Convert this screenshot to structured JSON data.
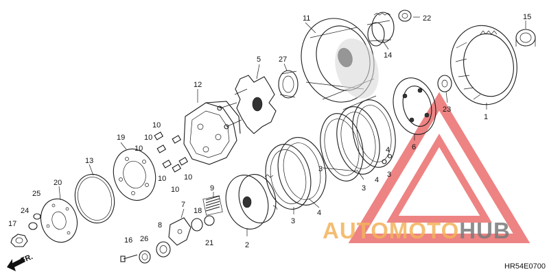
{
  "figure_code": "HR54E0700",
  "direction_label": "FR.",
  "watermark": {
    "text_auto": "AUTOMOTO",
    "text_hub": "HUB",
    "accent_color": "#f3b25a",
    "logo_color": "#e85a5a",
    "hub_color": "#7a7a7a"
  },
  "callouts": [
    "1",
    "2",
    "3",
    "3",
    "3",
    "3",
    "4",
    "4",
    "4",
    "5",
    "6",
    "7",
    "8",
    "9",
    "10",
    "10",
    "10",
    "10",
    "10",
    "10",
    "11",
    "12",
    "13",
    "14",
    "15",
    "16",
    "17",
    "18",
    "19",
    "20",
    "21",
    "22",
    "23",
    "24",
    "25",
    "26",
    "27"
  ]
}
